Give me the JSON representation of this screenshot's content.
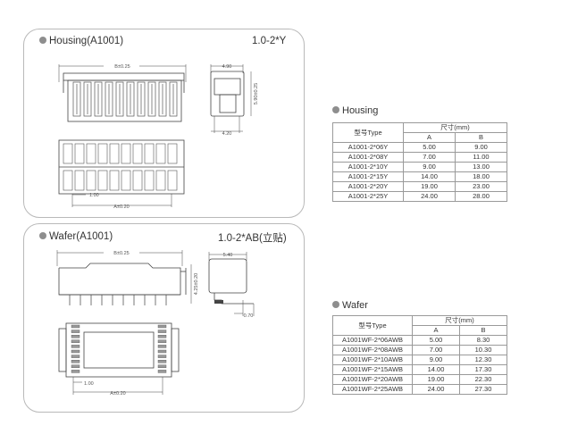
{
  "housing_panel": {
    "title": "Housing(A1001)",
    "code": "1.0-2*Y",
    "dims": {
      "top_b": "B±0.25",
      "side_w": "4.90",
      "side_h": "5.90±0.25",
      "side_bottom": "4.20",
      "pitch": "1.00",
      "bottom_a": "A±0.20"
    }
  },
  "wafer_panel": {
    "title": "Wafer(A1001)",
    "code": "1.0-2*AB(立贴)",
    "dims": {
      "top_b": "B±0.25",
      "side_w": "5.40",
      "side_h": "4.25±0.20",
      "side_small": "0.70",
      "pitch": "1.00",
      "bottom_a": "A±0.20"
    }
  },
  "housing_table": {
    "title": "Housing",
    "col_type": "型号Type",
    "col_dim": "尺寸(mm)",
    "col_a": "A",
    "col_b": "B",
    "rows": [
      {
        "type": "A1001-2*06Y",
        "a": "5.00",
        "b": "9.00"
      },
      {
        "type": "A1001-2*08Y",
        "a": "7.00",
        "b": "11.00"
      },
      {
        "type": "A1001-2*10Y",
        "a": "9.00",
        "b": "13.00"
      },
      {
        "type": "A1001-2*15Y",
        "a": "14.00",
        "b": "18.00"
      },
      {
        "type": "A1001-2*20Y",
        "a": "19.00",
        "b": "23.00"
      },
      {
        "type": "A1001-2*25Y",
        "a": "24.00",
        "b": "28.00"
      }
    ]
  },
  "wafer_table": {
    "title": "Wafer",
    "col_type": "型号Type",
    "col_dim": "尺寸(mm)",
    "col_a": "A",
    "col_b": "B",
    "rows": [
      {
        "type": "A1001WF-2*06AWB",
        "a": "5.00",
        "b": "8.30"
      },
      {
        "type": "A1001WF-2*08AWB",
        "a": "7.00",
        "b": "10.30"
      },
      {
        "type": "A1001WF-2*10AWB",
        "a": "9.00",
        "b": "12.30"
      },
      {
        "type": "A1001WF-2*15AWB",
        "a": "14.00",
        "b": "17.30"
      },
      {
        "type": "A1001WF-2*20AWB",
        "a": "19.00",
        "b": "22.30"
      },
      {
        "type": "A1001WF-2*25AWB",
        "a": "24.00",
        "b": "27.30"
      }
    ]
  }
}
